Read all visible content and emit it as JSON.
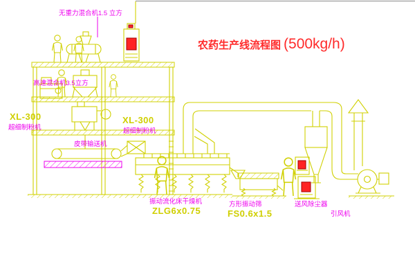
{
  "title": {
    "main": "农药生产线流程图",
    "capacity": "(500kg/h)"
  },
  "labels": {
    "gravity_mixer": "无重力混合机1.5 立方",
    "high_speed_mixer": "高速混合机3.5立方",
    "mill_left_model": "XL-300",
    "mill_left_name": "超细制粉机",
    "mill_center_model": "XL-300",
    "mill_center_name": "超细制粉机",
    "belt_conveyor": "皮带输送机",
    "dryer_name": "振动流化床干燥机",
    "dryer_model": "ZLG6x0.75",
    "sieve_name": "方形振动筛",
    "sieve_model": "FS0.6x1.5",
    "dust_collector": "送风除尘器",
    "fan": "引风机"
  },
  "colors": {
    "equipment_line": "#d0d000",
    "label_text": "#ee00ee",
    "title_text": "#ff2a2a",
    "alert_box": "#ff2424",
    "background": "#ffffff"
  }
}
